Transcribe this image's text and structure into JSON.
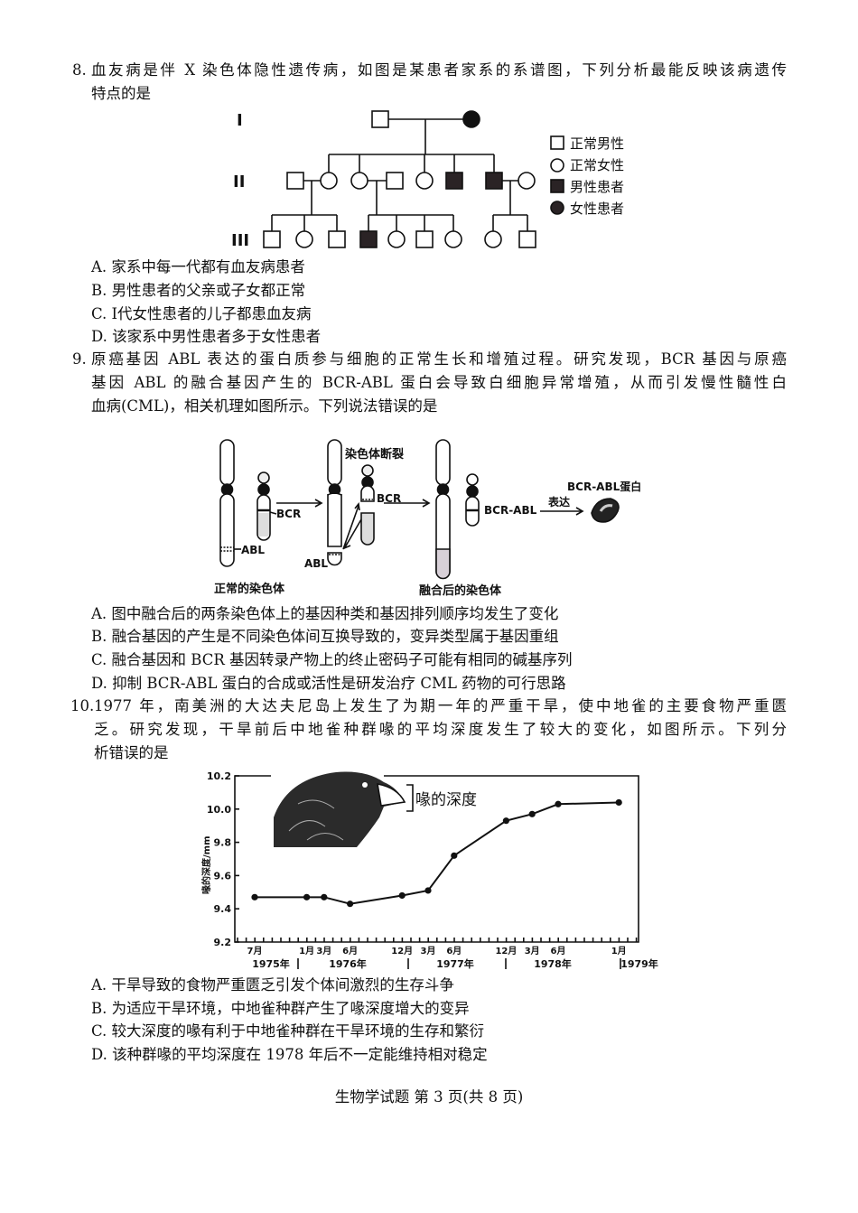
{
  "q8": {
    "number": "8.",
    "lines": [
      "血友病是伴 X 染色体隐性遗传病，如图是某患者家系的系谱图，下列分析最能反映该病遗传",
      "特点的是"
    ],
    "generations": [
      "I",
      "II",
      "III"
    ],
    "legend": [
      "正常男性",
      "正常女性",
      "男性患者",
      "女性患者"
    ],
    "options": [
      "A. 家系中每一代都有血友病患者",
      "B. 男性患者的父亲或子女都正常",
      "C. Ⅰ代女性患者的儿子都患血友病",
      "D. 该家系中男性患者多于女性患者"
    ]
  },
  "q9": {
    "number": "9.",
    "lines": [
      "原癌基因 ABL 表达的蛋白质参与细胞的正常生长和增殖过程。研究发现，BCR 基因与原癌",
      "基因 ABL 的融合基因产生的 BCR-ABL 蛋白会导致白细胞异常增殖，从而引发慢性髓性白",
      "血病(CML)，相关机理如图所示。下列说法错误的是"
    ],
    "diagram": {
      "normal_label": "正常的染色体",
      "break_label": "染色体断裂",
      "fused_label": "融合后的染色体",
      "abl": "ABL",
      "bcr": "BCR",
      "fusion": "BCR-ABL",
      "express": "表达",
      "protein": "BCR-ABL蛋白"
    },
    "options": [
      "A. 图中融合后的两条染色体上的基因种类和基因排列顺序均发生了变化",
      "B. 融合基因的产生是不同染色体间互换导致的，变异类型属于基因重组",
      "C. 融合基因和 BCR 基因转录产物上的终止密码子可能有相同的碱基序列",
      "D. 抑制 BCR-ABL 蛋白的合成或活性是研发治疗 CML 药物的可行思路"
    ]
  },
  "q10": {
    "number": "10.",
    "lines": [
      "1977 年，南美洲的大达夫尼岛上发生了为期一年的严重干旱，使中地雀的主要食物严重匮",
      "乏。研究发现，干旱前后中地雀种群喙的平均深度发生了较大的变化，如图所示。下列分",
      "析错误的是"
    ],
    "options": [
      "A. 干旱导致的食物严重匮乏引发个体间激烈的生存斗争",
      "B. 为适应干旱环境，中地雀种群产生了喙深度增大的变异",
      "C. 较大深度的喙有利于中地雀种群在干旱环境的生存和繁衍",
      "D. 该种群喙的平均深度在 1978 年后不一定能维持相对稳定"
    ]
  },
  "chart_data": {
    "type": "line",
    "ylabel": "喙的深度/mm",
    "ylim": [
      9.2,
      10.2
    ],
    "yticks": [
      "9.2",
      "9.4",
      "9.6",
      "9.8",
      "10.0",
      "10.2"
    ],
    "annotation": "喙的深度",
    "x_tick_labels": [
      "7月",
      "1月",
      "3月",
      "6月",
      "12月",
      "3月",
      "6月",
      "12月",
      "3月",
      "6月",
      "1月"
    ],
    "year_labels": [
      "1975年",
      "1976年",
      "1977年",
      "1978年",
      "1979年"
    ],
    "x": [
      "1975-07",
      "1976-01",
      "1976-03",
      "1976-06",
      "1976-12",
      "1977-03",
      "1977-06",
      "1977-12",
      "1978-03",
      "1978-06",
      "1979-01"
    ],
    "values": [
      9.47,
      9.47,
      9.47,
      9.43,
      9.48,
      9.51,
      9.72,
      9.93,
      9.97,
      10.03,
      10.04
    ],
    "grid": false
  },
  "footer": "生物学试题 第 3 页(共 8 页)"
}
